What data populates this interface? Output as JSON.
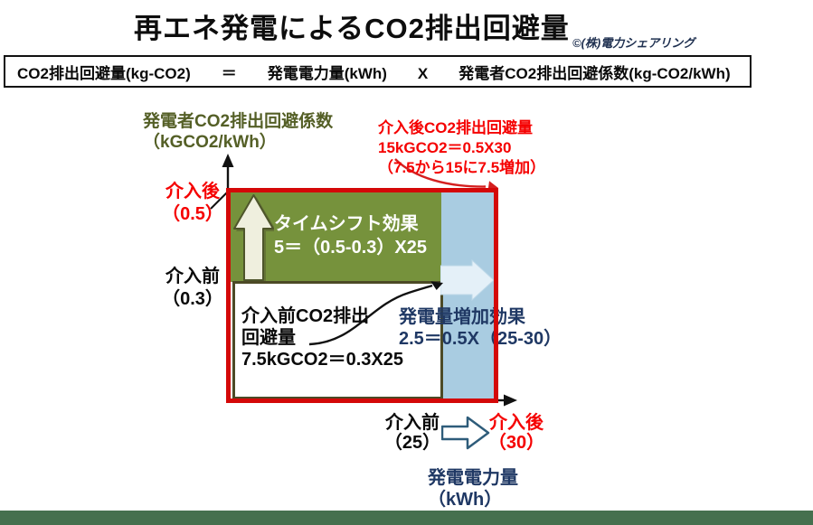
{
  "header": {
    "title": "再エネ発電によるCO2排出回避量",
    "copyright": "©(株)電力シェアリング"
  },
  "formula_bar": {
    "text": "CO2排出回避量(kg-CO2)　　＝　　発電電力量(kWh)　　X　　発電者CO2排出回避係数(kg-CO2/kWh)"
  },
  "diagram": {
    "y_axis": {
      "title_line1": "発電者CO2排出回避係数",
      "title_line2": "（kGCO2/kWh）",
      "after_label": "介入後",
      "after_value": "（0.5）",
      "before_label": "介入前",
      "before_value": "（0.3）"
    },
    "x_axis": {
      "title_line1": "発電電力量",
      "title_line2": "（kWh）",
      "before_label": "介入前",
      "before_value": "（25）",
      "after_label": "介入後",
      "after_value": "（30）"
    },
    "after_annotation": {
      "line1": "介入後CO2排出回避量",
      "line2": "15kGCO2＝0.5X30",
      "line3": "（7.5から15に7.5増加）"
    },
    "timeshift_box": {
      "line1": "タイムシフト効果",
      "line2": "5＝（0.5-0.3）X25"
    },
    "before_box": {
      "line1": "介入前CO2排出",
      "line2": "回避量",
      "line3": "7.5kGCO2＝0.3X25"
    },
    "generation_effect": {
      "line1": "発電量増加効果",
      "line2": "2.5＝0.5X（25-30）"
    }
  },
  "colors": {
    "red_accent": "#f50000",
    "red_border": "#d40808",
    "olive_green_fill": "#76923c",
    "dark_olive_text": "#545f26",
    "dark_olive_border": "#4c4a26",
    "navy_text": "#1f3864",
    "light_blue_strip": "#a9cce1",
    "light_blue_arrow": "#e4f0f8",
    "cream_arrow": "#efefde",
    "bottom_band_green": "#45704e"
  }
}
